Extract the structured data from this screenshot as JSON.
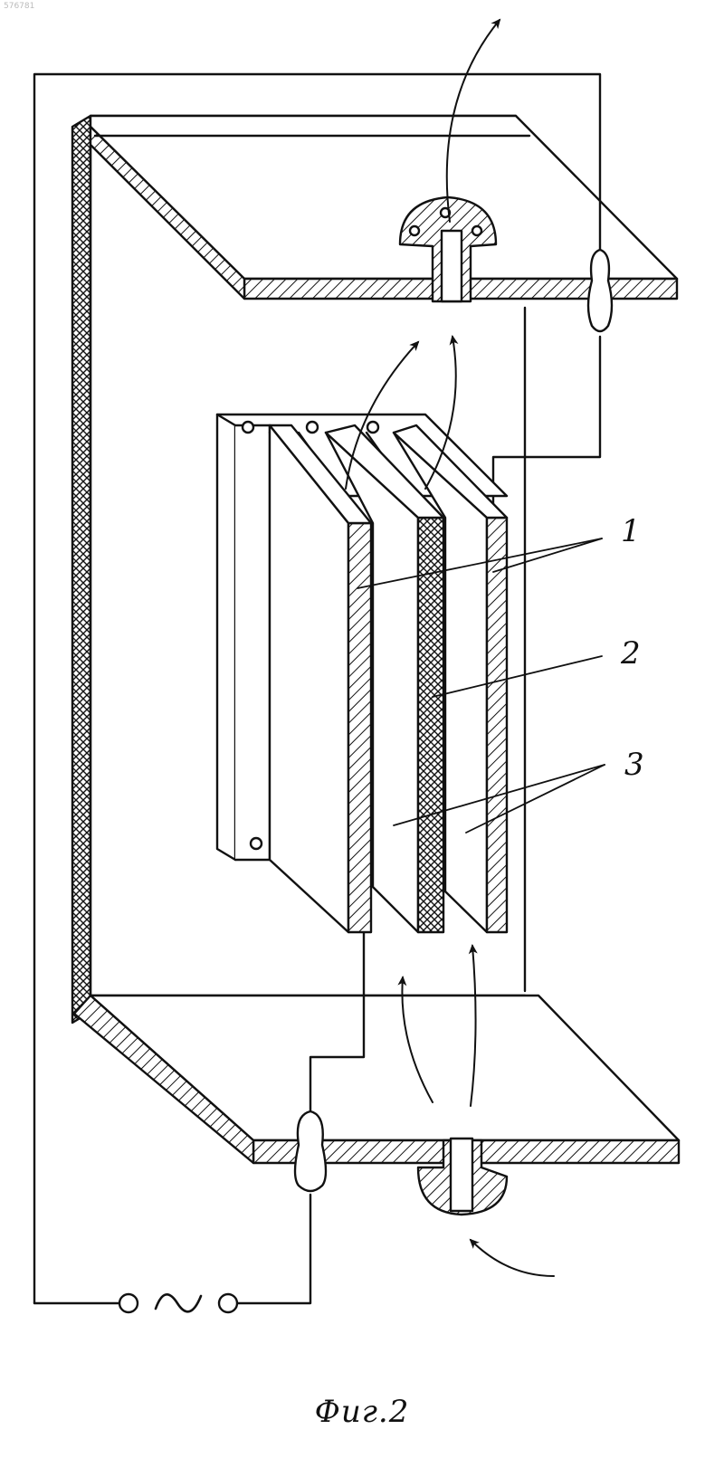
{
  "document": {
    "doc_number": "576781",
    "caption": "Фиг.2"
  },
  "callouts": [
    {
      "id": "1",
      "label": "1"
    },
    {
      "id": "2",
      "label": "2"
    },
    {
      "id": "3",
      "label": "3"
    }
  ],
  "power_source": {
    "symbol": "∼",
    "icon": "ac-source-icon"
  },
  "colors": {
    "ink": "#111111",
    "paper": "#ffffff"
  }
}
